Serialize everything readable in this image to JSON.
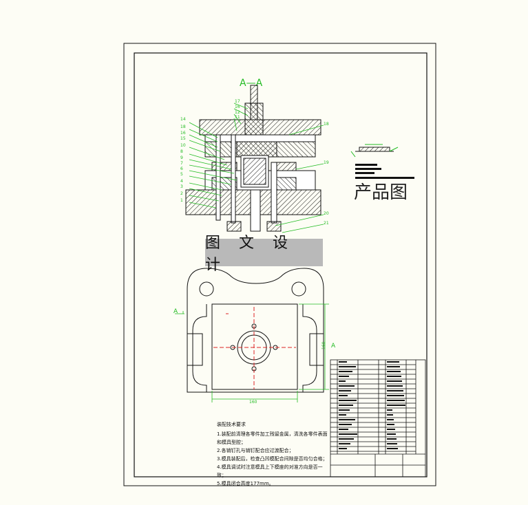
{
  "section_label": "A—A",
  "view_marker": "A",
  "section_arrow_label": "A",
  "product_label": "产品图",
  "watermark": "图 文 设 计",
  "dimension_width": "160",
  "dimension_height": "160",
  "part_numbers_left": [
    "14",
    "18",
    "16",
    "15",
    "10",
    "8",
    "9",
    "7",
    "6",
    "5",
    "4",
    "3",
    "2",
    "1"
  ],
  "part_numbers_top": [
    "17",
    "16",
    "12",
    "11"
  ],
  "part_numbers_right": [
    "18",
    "19",
    "20",
    "21"
  ],
  "notes": {
    "title": "装配技术要求",
    "items": [
      "1.装配前清理各零件加工残留金属，清洗各零件表面和模具型腔；",
      "2.各销钉孔与销钉配合应过渡配合；",
      "3.模具装配后，检查凸凹模配合间隙是否均匀合格；",
      "4.模具调试时注意模具上下模座的对准方向是否一致；",
      "5.模具闭合高度177mm。"
    ]
  },
  "colors": {
    "outline": "#111111",
    "dimension": "#22bb22",
    "centerline": "#dd2222",
    "watermark_bg": "#b9b9b9",
    "background": "#fdfdf5"
  }
}
